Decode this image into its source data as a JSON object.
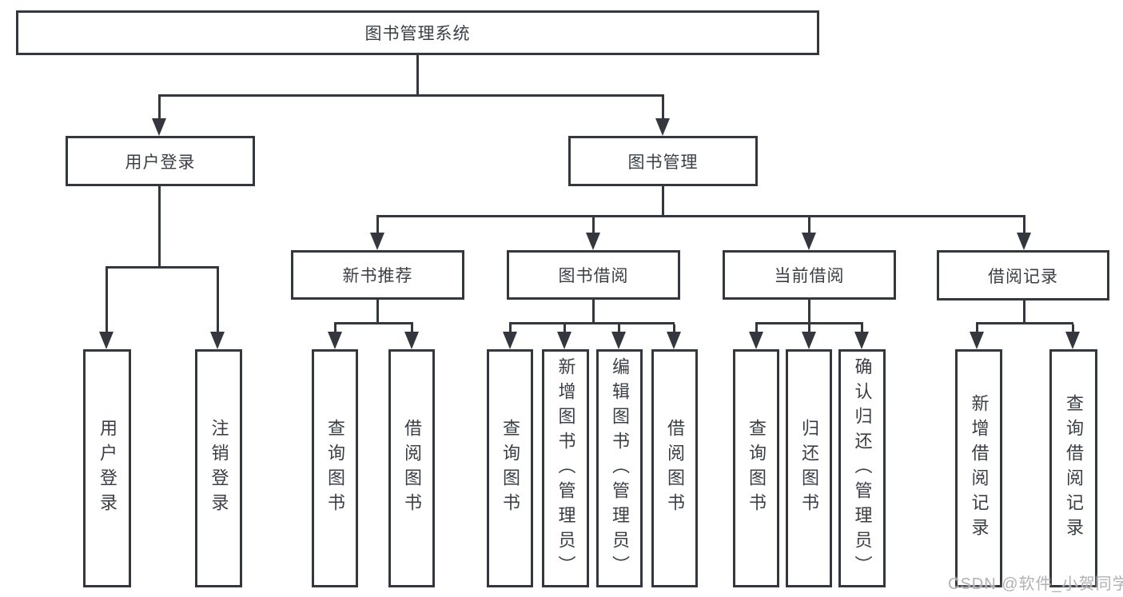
{
  "diagram_title": "图书管理系统",
  "nodes": {
    "root": "图书管理系统",
    "l1_user_login": "用户登录",
    "l1_book_mgmt": "图书管理",
    "l2_new_book_rec": "新书推荐",
    "l2_book_borrow": "图书借阅",
    "l2_current_borrow": "当前借阅",
    "l2_borrow_records": "借阅记录",
    "leaf_user_login": "用户登录",
    "leaf_logout": "注销登录",
    "leaf_query_book_a": "查询图书",
    "leaf_borrow_book_a": "借阅图书",
    "leaf_query_book_b": "查询图书",
    "leaf_add_book_admin": "新增图书（管理员）",
    "leaf_edit_book_admin": "编辑图书（管理员）",
    "leaf_borrow_book_b": "借阅图书",
    "leaf_query_book_c": "查询图书",
    "leaf_return_book": "归还图书",
    "leaf_confirm_return_admin": "确认归还（管理员）",
    "leaf_add_borrow_record": "新增借阅记录",
    "leaf_query_borrow_record": "查询借阅记录"
  },
  "watermark": "CSDN @软件_小贺同学"
}
